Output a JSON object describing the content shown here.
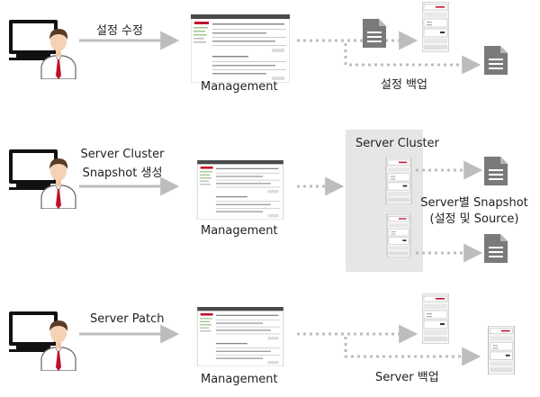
{
  "rows": [
    {
      "action_label": "설정 수정",
      "management_label": "Management",
      "result_label": "설정 백업"
    },
    {
      "action_label_line1": "Server Cluster",
      "action_label_line2": "Snapshot 생성",
      "management_label": "Management",
      "cluster_label": "Server Cluster",
      "result_label_line1": "Server별 Snapshot",
      "result_label_line2": "(설정 및 Source)"
    },
    {
      "action_label": "Server Patch",
      "management_label": "Management",
      "result_label": "Server 백업"
    }
  ],
  "icons": [
    "user-at-monitor-icon",
    "management-screen-icon",
    "document-icon",
    "server-rack-icon"
  ],
  "colors": {
    "arrow": "#bdbdbd",
    "dotted": "#bdbdbd",
    "tie": "#c0102e",
    "cluster_bg": "#e6e6e6"
  }
}
